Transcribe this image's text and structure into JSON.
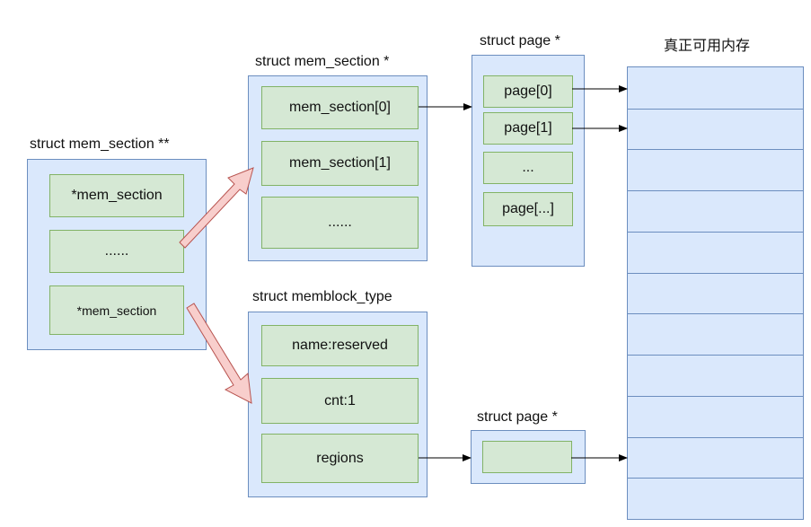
{
  "pp_section": {
    "title": "struct mem_section **",
    "cells": [
      "*mem_section",
      "......",
      "*mem_section"
    ]
  },
  "p_section": {
    "title": "struct mem_section *",
    "cells": [
      "mem_section[0]",
      "mem_section[1]",
      "......"
    ]
  },
  "page_array_top": {
    "title": "struct page *",
    "cells": [
      "page[0]",
      "page[1]",
      "...",
      "page[...]"
    ]
  },
  "memblock_type": {
    "title": "struct memblock_type",
    "cells": [
      "name:reserved",
      "cnt:1",
      "regions"
    ]
  },
  "page_array_bottom": {
    "title": "struct page *",
    "cells": [
      ""
    ]
  },
  "real_memory": {
    "title": "真正可用内存",
    "rows": 11
  },
  "colors": {
    "container_fill": "#dae8fc",
    "container_stroke": "#6c8ebf",
    "cell_fill": "#d5e8d4",
    "cell_stroke": "#82b366",
    "big_arrow_fill": "#f8cecc",
    "big_arrow_stroke": "#b85450",
    "line": "#000000"
  }
}
